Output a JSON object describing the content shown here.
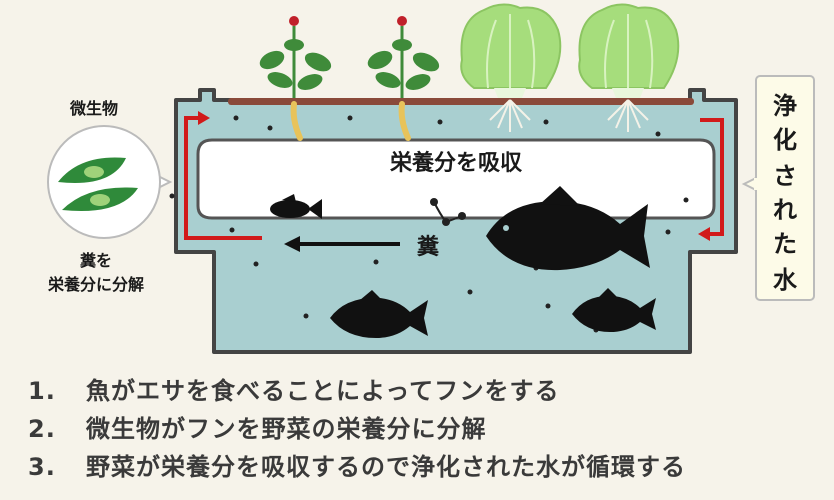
{
  "labels": {
    "microbes": "微生物",
    "feces_decomposed_line1": "糞を",
    "feces_decomposed_line2": "栄養分に分解",
    "absorb_nutrients": "栄養分を吸収",
    "feces": "糞",
    "purified_water_chars": [
      "浄",
      "化",
      "さ",
      "れ",
      "た",
      "水"
    ]
  },
  "steps": [
    {
      "number": "1.",
      "text": "魚がエサを食べることによってフンをする"
    },
    {
      "number": "2.",
      "text": "微生物がフンを野菜の栄養分に分解"
    },
    {
      "number": "3.",
      "text": "野菜が栄養分を吸収するので浄化された水が循環する"
    }
  ],
  "colors": {
    "background": "#f6f3ea",
    "tank_water": "#a9cfd0",
    "tank_border": "#444444",
    "arrow_red": "#d11a1a",
    "plant_green": "#3f8b3a",
    "lettuce_green": "#a6dd7c",
    "soil_bed": "#8a4a3a",
    "fish": "#111111"
  }
}
